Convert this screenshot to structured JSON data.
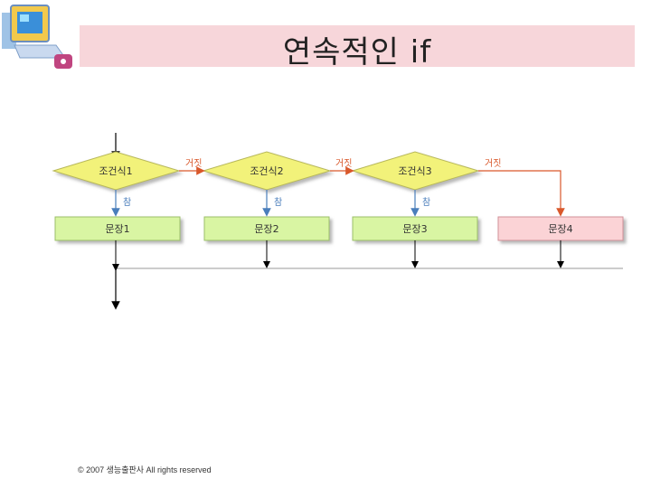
{
  "title": "연속적인 if",
  "footer": "© 2007 생능출판사  All rights reserved",
  "diagram": {
    "conditions": [
      "조건식1",
      "조건식2",
      "조건식3"
    ],
    "statements": [
      "문장1",
      "문장2",
      "문장3",
      "문장4"
    ],
    "true_label": "참",
    "false_label": "거짓"
  },
  "colors": {
    "title_bar": "#f7d6da",
    "condition_fill": "#f2f27a",
    "statement_fill": "#d9f5a3",
    "last_statement_fill": "#fbd3d6",
    "true_arrow": "#4a7ebb",
    "false_arrow": "#d9582b"
  }
}
